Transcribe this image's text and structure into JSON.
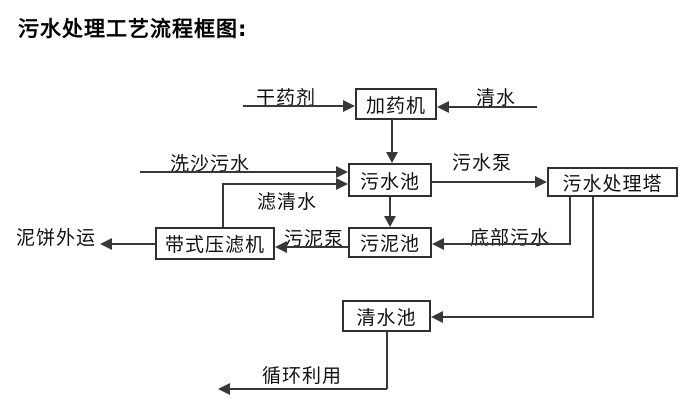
{
  "title": "污水处理工艺流程框图:",
  "diagram": {
    "nodes": {
      "dosing_machine": {
        "label": "加药机"
      },
      "sewage_pool": {
        "label": "污水池"
      },
      "treatment_tower": {
        "label": "污水处理塔"
      },
      "sludge_pool": {
        "label": "污泥池"
      },
      "belt_filter_press": {
        "label": "带式压滤机"
      },
      "clean_water_pool": {
        "label": "清水池"
      }
    },
    "flows": {
      "dry_chemical": "干药剂",
      "clean_water_in": "清水",
      "sand_washing_sewage": "洗沙污水",
      "filtered_water": "滤清水",
      "sewage_pump": "污水泵",
      "bottom_sewage": "底部污水",
      "sludge_pump": "污泥泵",
      "mud_cake_out": "泥饼外运",
      "recycling": "循环利用"
    },
    "colors": {
      "line": "#383838",
      "text": "#000000",
      "background": "#ffffff"
    }
  }
}
